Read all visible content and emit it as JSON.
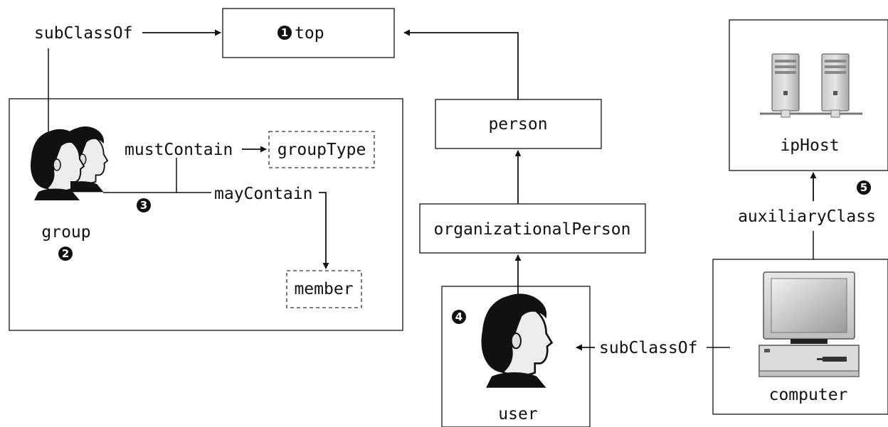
{
  "nodes": {
    "top": "top",
    "person": "person",
    "organizational_person": "organizationalPerson",
    "user": "user",
    "group": "group",
    "group_type": "groupType",
    "member": "member",
    "ip_host": "ipHost",
    "computer": "computer"
  },
  "relations": {
    "subclass_of_group": "subClassOf",
    "must_contain": "mustContain",
    "may_contain": "mayContain",
    "auxiliary_class": "auxiliaryClass",
    "subclass_of_computer": "subClassOf"
  },
  "callouts": {
    "c1": "1",
    "c2": "2",
    "c3": "3",
    "c4": "4",
    "c5": "5"
  },
  "icons": {
    "top_person_group": "people-icon",
    "user": "person-icon",
    "servers": "server-network-icon",
    "computer": "desktop-computer-icon"
  }
}
